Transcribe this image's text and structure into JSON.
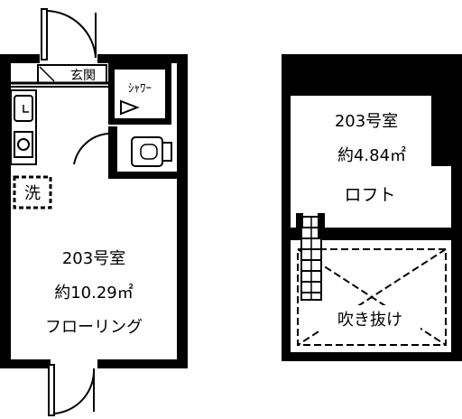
{
  "floor_main": {
    "room_number": "203号室",
    "area": "約10.29㎡",
    "floor_type": "フローリング",
    "entrance": "玄関",
    "shower": "ｼｬﾜｰ",
    "washer": "洗"
  },
  "floor_loft": {
    "room_number": "203号室",
    "area": "約4.84㎡",
    "loft": "ロフト",
    "atrium": "吹き抜け"
  }
}
